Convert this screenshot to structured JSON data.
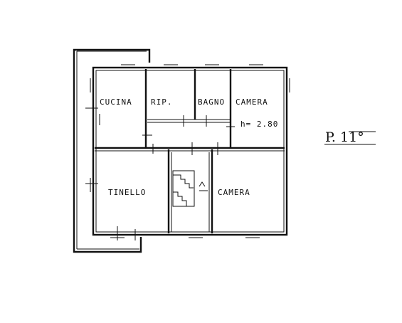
{
  "plan": {
    "rooms": [
      {
        "name": "cucina",
        "label": "CUCINA"
      },
      {
        "name": "rip",
        "label": "RIP."
      },
      {
        "name": "bagno",
        "label": "BAGNO"
      },
      {
        "name": "camera-1",
        "label": "CAMERA"
      },
      {
        "name": "tinello",
        "label": "TINELLO"
      },
      {
        "name": "camera-2",
        "label": "CAMERA"
      }
    ],
    "height_label": "h= 2.80",
    "floor_label": "P. 11°"
  }
}
